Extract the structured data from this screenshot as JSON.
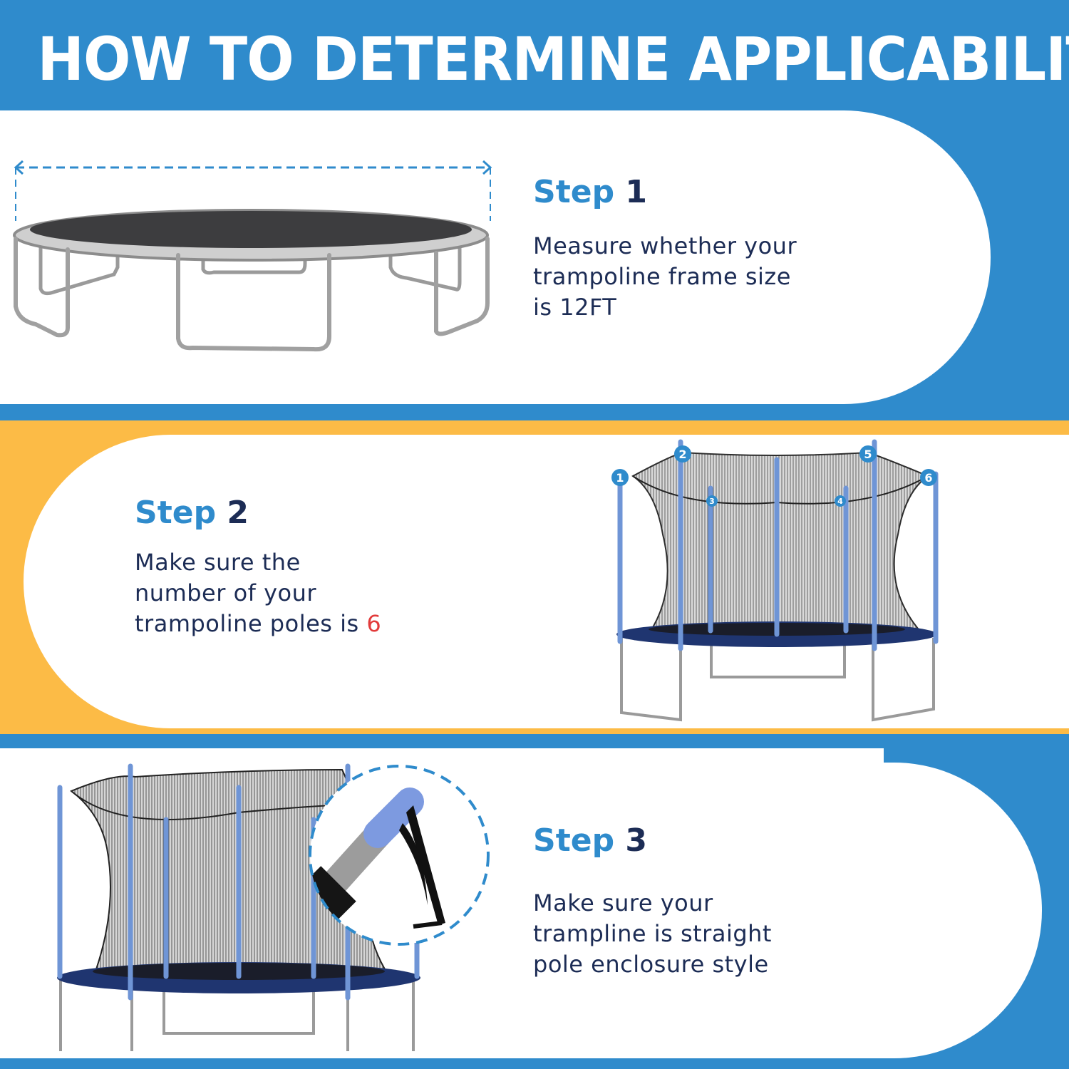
{
  "header": {
    "title": "HOW TO DETERMINE APPLICABILITY"
  },
  "colors": {
    "brand_blue": "#2f8bcc",
    "accent_yellow": "#fcbb46",
    "text_navy": "#1c2c55",
    "highlight_red": "#e23b3b",
    "pole_blue": "#6f95d6"
  },
  "steps": [
    {
      "word": "Step",
      "number": "1",
      "lines": [
        "Measure whether your",
        "trampoline frame size",
        "is 12FT"
      ],
      "image": "trampoline-frame-measure",
      "icon": "dashed-double-arrow-icon"
    },
    {
      "word": "Step",
      "number": "2",
      "lines": [
        "Make sure the",
        "number of your",
        "trampoline poles is "
      ],
      "highlight": "6",
      "image": "trampoline-enclosure-numbered-poles",
      "pole_labels": [
        "1",
        "2",
        "3",
        "4",
        "5",
        "6"
      ]
    },
    {
      "word": "Step",
      "number": "3",
      "lines": [
        "Make sure your",
        "trampline is straight",
        "pole enclosure style"
      ],
      "image": "trampoline-straight-pole-enclosure",
      "detail": "pole-top-closeup"
    }
  ]
}
